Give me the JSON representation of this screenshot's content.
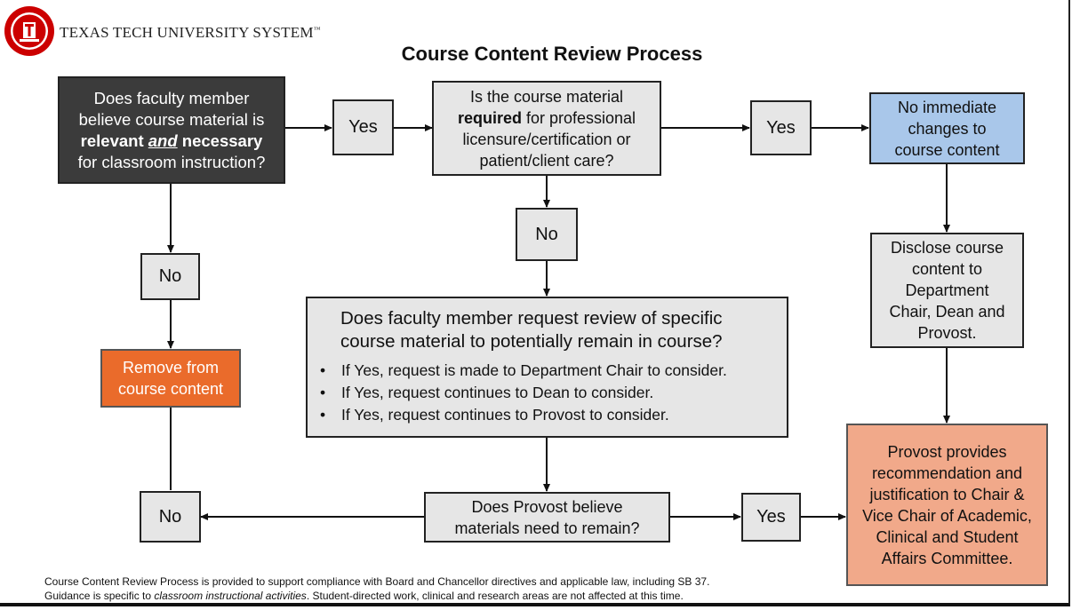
{
  "header": {
    "logo_text": "TEXAS TECH UNIVERSITY",
    "system_name": "TEXAS TECH UNIVERSITY SYSTEM",
    "trademark": "™"
  },
  "title": "Course Content Review Process",
  "colors": {
    "dark_box": "#3b3b3b",
    "grey_box": "#e6e6e6",
    "blue_box": "#a9c7ea",
    "orange_box": "#ea6b2b",
    "peach_box": "#f1a98a",
    "logo_red": "#cc0000"
  },
  "nodes": {
    "q1": {
      "line1": "Does faculty member",
      "line2": "believe course material is",
      "line3_bold1": "relevant",
      "line3_and": "and",
      "line3_bold2": "necessary",
      "line4": "for classroom instruction?"
    },
    "yes1": "Yes",
    "q2": {
      "line1": "Is the course material",
      "line2_bold": "required",
      "line2_rest": " for professional",
      "line3": "licensure/certification or",
      "line4": "patient/client care?"
    },
    "yes2": "Yes",
    "no_change": "No immediate changes to course content",
    "no1": "No",
    "remove": "Remove from course content",
    "no2": "No",
    "review": {
      "heading": "Does faculty member request review of specific course material to potentially remain in course?",
      "bullets": [
        "If Yes, request is made to Department Chair to consider.",
        "If Yes, request continues to Dean to consider.",
        "If Yes, request continues to Provost to consider."
      ]
    },
    "disclose": "Disclose course content to Department Chair, Dean and Provost.",
    "provost_q": "Does Provost believe materials need to remain?",
    "no3": "No",
    "yes3": "Yes",
    "provost_rec": "Provost provides recommendation and justification to Chair & Vice Chair of Academic, Clinical and Student Affairs Committee."
  },
  "footer": {
    "line1": "Course Content Review Process is provided to support compliance with Board and Chancellor directives and applicable law, including SB 37.",
    "line2_start": "Guidance is specific to ",
    "line2_italic": "classroom instructional activities",
    "line2_end": ". Student-directed work, clinical and research areas are not affected at this time."
  }
}
